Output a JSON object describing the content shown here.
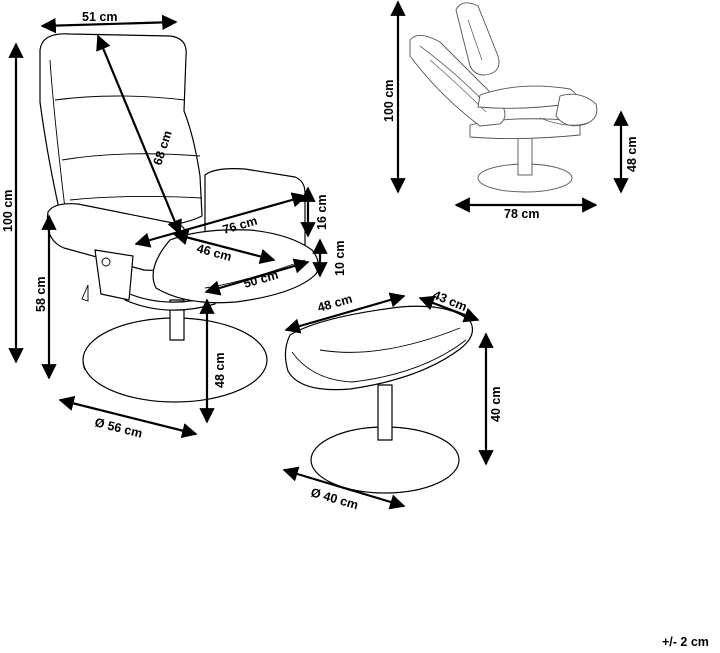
{
  "colors": {
    "line": "#000000",
    "background": "#ffffff",
    "light_line": "#666666"
  },
  "dimensions": {
    "chair_top_width": "51 cm",
    "chair_total_height": "100 cm",
    "chair_back_length": "68 cm",
    "chair_seat_height": "58 cm",
    "chair_seat_width": "76 cm",
    "armrest_height": "16 cm",
    "cushion_thickness": "10 cm",
    "seat_width_inner": "46 cm",
    "seat_depth": "50 cm",
    "chair_base_height": "48 cm",
    "chair_base_diameter": "Ø 56 cm",
    "ottoman_width": "48 cm",
    "ottoman_depth": "43 cm",
    "ottoman_height": "40 cm",
    "ottoman_base_diameter": "Ø 40 cm",
    "side_height": "100 cm",
    "side_seat_height": "48 cm",
    "side_depth": "78 cm"
  },
  "tolerance": "+/- 2 cm"
}
